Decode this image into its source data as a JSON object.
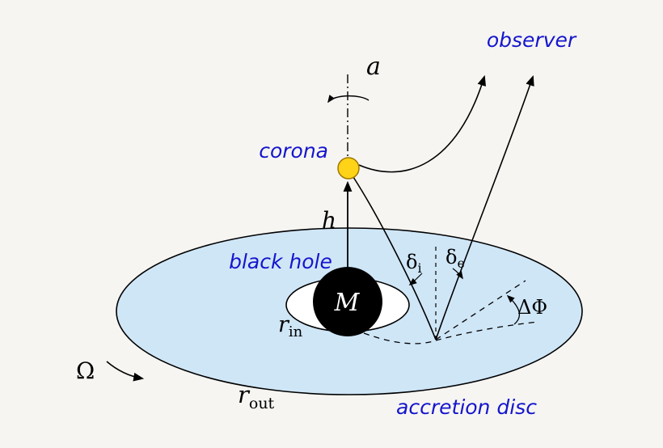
{
  "colors": {
    "background": "#f6f5f2",
    "disc_fill": "#cfe6f7",
    "inner_gap_fill": "#ffffff",
    "black_hole_fill": "#000000",
    "corona_fill": "#ffd318",
    "label_blue": "#1515cd"
  },
  "labels": {
    "observer": "observer",
    "corona": "corona",
    "black_hole": "black hole",
    "accretion_disc": "accretion disc",
    "spin_parameter": "a",
    "corona_height": "h",
    "black_hole_mass": "M",
    "r_inner_base": "r",
    "r_inner_sub": "in",
    "r_outer_base": "r",
    "r_outer_sub": "out",
    "delta_incident_base": "δ",
    "delta_incident_sub": "i",
    "delta_emitted_base": "δ",
    "delta_emitted_sub": "e",
    "delta_phi": "ΔΦ",
    "omega": "Ω"
  }
}
